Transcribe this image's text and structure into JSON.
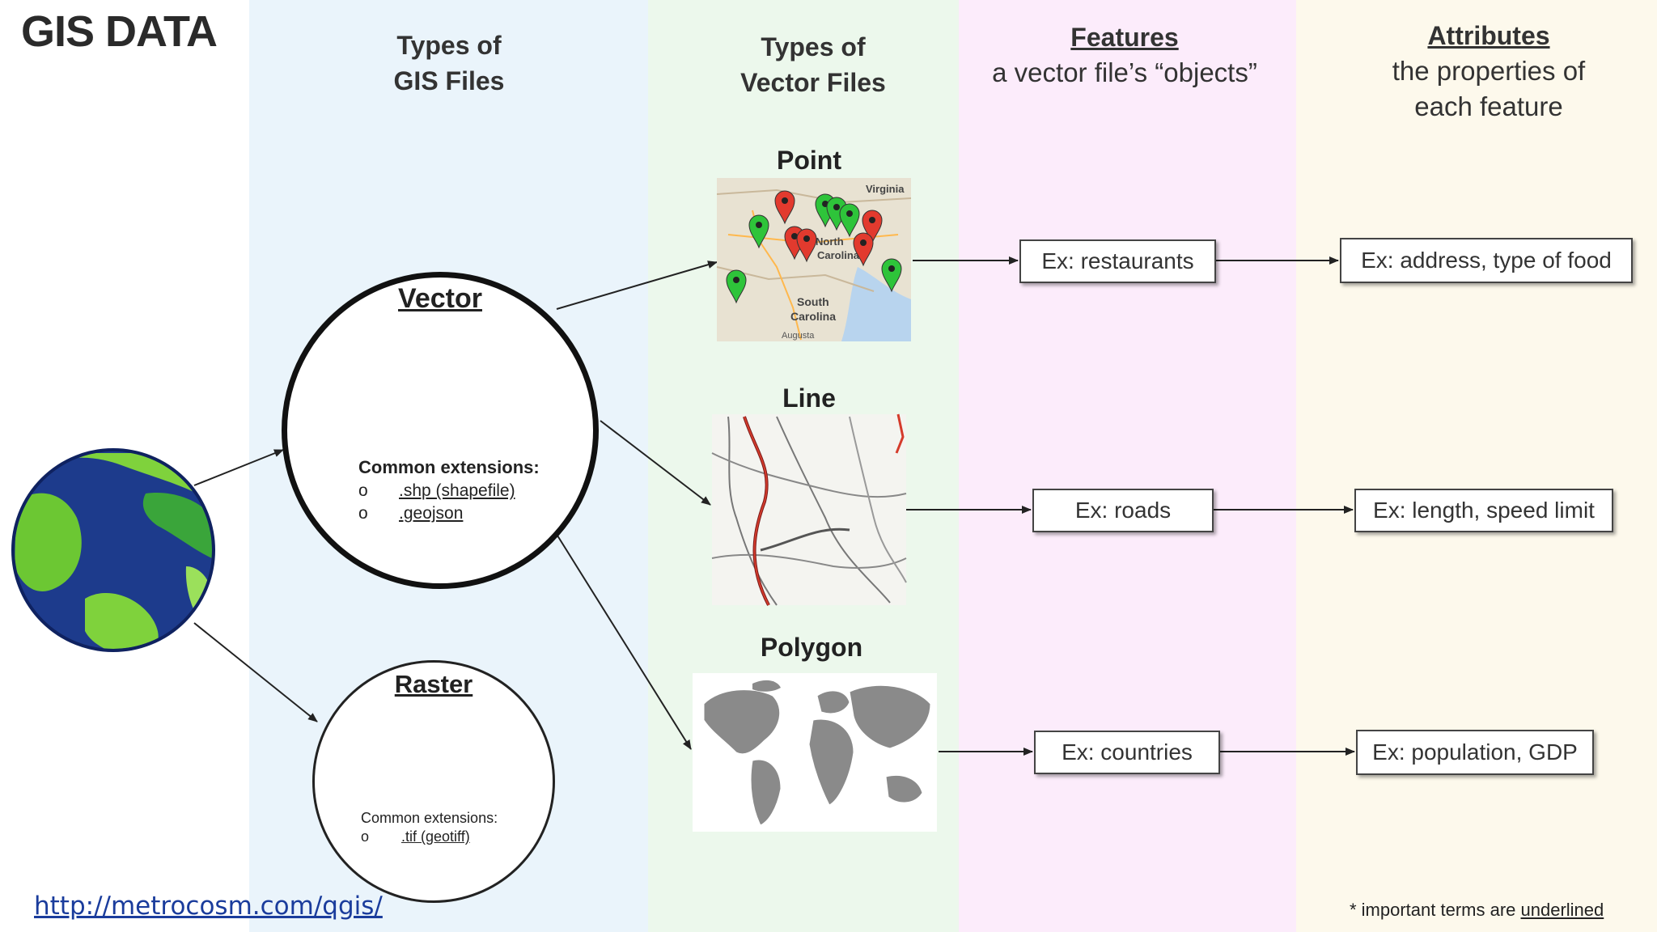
{
  "title": "GIS DATA",
  "columns": {
    "gis_files": {
      "heading_line1": "Types of",
      "heading_line2": "GIS Files"
    },
    "vector_files": {
      "heading_line1": "Types of",
      "heading_line2": "Vector Files"
    },
    "features": {
      "heading": "Features",
      "subheading": "a vector file’s “objects”"
    },
    "attributes": {
      "heading": "Attributes",
      "subheading_line1": "the properties of",
      "subheading_line2": "each feature"
    }
  },
  "vector": {
    "title": "Vector",
    "extensions_heading": "Common extensions:",
    "bullet": "o",
    "extensions": [
      ".shp (shapefile)",
      ".geojson"
    ]
  },
  "raster": {
    "title": "Raster",
    "extensions_heading": "Common extensions:",
    "bullet": "o",
    "extensions": [
      ".tif (geotiff)"
    ]
  },
  "vector_types": [
    {
      "label": "Point",
      "feature": "Ex: restaurants",
      "attribute": "Ex: address, type of food"
    },
    {
      "label": "Line",
      "feature": "Ex: roads",
      "attribute": "Ex: length, speed limit"
    },
    {
      "label": "Polygon",
      "feature": "Ex: countries",
      "attribute": "Ex: population, GDP"
    }
  ],
  "point_map_labels": [
    "Virginia",
    "North",
    "Carolina",
    "South",
    "Carolina",
    "Augusta"
  ],
  "source_link": "http://metrocosm.com/qgis/",
  "footnote": {
    "prefix": "* important terms are ",
    "emphasis": "underlined"
  },
  "colors": {
    "gis_band": "#eaf4fb",
    "vector_band": "#ecf8ec",
    "features_band": "#fcecfb",
    "attributes_band": "#fdf9ec",
    "vector_shape": "#14e6e8",
    "raster_shape": "#1ab9cf",
    "point_red": "#e23a2e",
    "point_green": "#2ec43a",
    "ocean": "#1d3b8c",
    "land": "#7fd23c",
    "link": "#1a3c9c"
  },
  "icons": [
    "globe-icon",
    "vector-shape-icon",
    "raster-grid-icon",
    "point-map-icon",
    "line-map-icon",
    "polygon-map-icon"
  ]
}
